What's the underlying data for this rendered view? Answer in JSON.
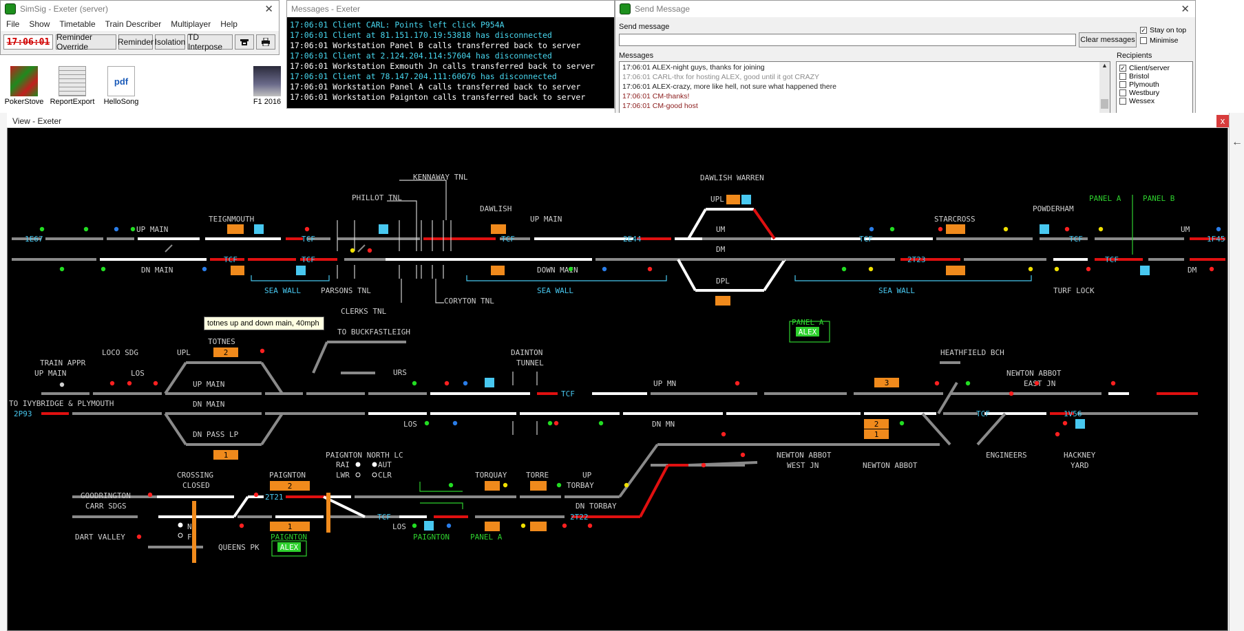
{
  "colors": {
    "track_idle": "#8a8a8a",
    "track_set": "#ffffff",
    "track_occupied": "#e01010",
    "berth": "#f08a1c",
    "label_cyan": "#48c8f0",
    "panel_green": "#2ed12e",
    "signal_red": "#ff2020",
    "signal_green": "#22dd22",
    "signal_yellow": "#f0e000"
  },
  "simsig": {
    "title": "SimSig - Exeter (server)",
    "menu": [
      "File",
      "Show",
      "Timetable",
      "Train Describer",
      "Multiplayer",
      "Help"
    ],
    "clock": "17:06:01",
    "buttons": [
      "Reminder Override",
      "Reminder",
      "Isolation",
      "TD Interpose"
    ],
    "phone_icon": "phone-icon",
    "printer_icon": "printer-icon"
  },
  "desktop": [
    {
      "label": "PokerStove",
      "icon": "pokerstove-icon"
    },
    {
      "label": "ReportExport",
      "icon": "report-icon"
    },
    {
      "label": "HelloSong",
      "icon": "pdf-icon"
    }
  ],
  "f1": {
    "label": "F1 2016"
  },
  "messages_window": {
    "title": "Messages - Exeter",
    "lines": [
      {
        "text": "17:06:01 Client CARL: Points left click P954A",
        "color": "#48d8f0"
      },
      {
        "text": "17:06:01 Client at 81.151.170.19:53818 has disconnected",
        "color": "#48d8f0"
      },
      {
        "text": "17:06:01 Workstation Panel B calls transferred back to server",
        "color": "#ffffff"
      },
      {
        "text": "17:06:01 Client at 2.124.204.114:57604 has disconnected",
        "color": "#48d8f0"
      },
      {
        "text": "17:06:01 Workstation Exmouth Jn calls transferred back to server",
        "color": "#ffffff"
      },
      {
        "text": "17:06:01 Client at 78.147.204.111:60676 has disconnected",
        "color": "#48d8f0"
      },
      {
        "text": "17:06:01 Workstation Panel A calls transferred back to server",
        "color": "#ffffff"
      },
      {
        "text": "17:06:01 Workstation Paignton calls transferred back to server",
        "color": "#ffffff"
      }
    ]
  },
  "send_message": {
    "title": "Send Message",
    "send_label": "Send message",
    "send_value": "",
    "clear_button": "Clear messages",
    "stay_on_top": "Stay on top",
    "stay_on_top_checked": true,
    "minimise": "Minimise",
    "messages_label": "Messages",
    "messages": [
      {
        "text": "17:06:01 ALEX-night guys, thanks for joining",
        "color": "#222222"
      },
      {
        "text": "17:06:01 CARL-thx for hosting ALEX, good until it got CRAZY",
        "color": "#8c8c8c"
      },
      {
        "text": "17:06:01 ALEX-crazy, more like hell, not sure what happened there",
        "color": "#222222"
      },
      {
        "text": "17:06:01 CM-thanks!",
        "color": "#8a1a1a"
      },
      {
        "text": "17:06:01 CM-good host",
        "color": "#8a1a1a"
      }
    ],
    "recipients_label": "Recipients",
    "recipients": [
      {
        "name": "Client/server",
        "checked": true
      },
      {
        "name": "Bristol",
        "checked": false
      },
      {
        "name": "Plymouth",
        "checked": false
      },
      {
        "name": "Westbury",
        "checked": false
      },
      {
        "name": "Wessex",
        "checked": false
      }
    ]
  },
  "view": {
    "title": "View - Exeter",
    "close": "x",
    "tooltip": "totnes up and down main, 40mph",
    "labels": {
      "kennaway": "KENNAWAY TNL",
      "phillot": "PHILLOT TNL",
      "dawlish_warren": "DAWLISH WARREN",
      "teignmouth": "TEIGNMOUTH",
      "dawlish": "DAWLISH",
      "up_main_1": "UP MAIN",
      "up_main_2": "UP MAIN",
      "starcross": "STARCROSS",
      "powderham": "POWDERHAM",
      "panel_a_top": "PANEL A",
      "panel_b_top": "PANEL B",
      "upl": "UPL",
      "um": "UM",
      "dm": "DM",
      "dpl": "DPL",
      "um_right": "UM",
      "dn_main_1": "DN MAIN",
      "down_main": "DOWN MAIN",
      "dm_right": "DM",
      "sea_wall_1": "SEA WALL",
      "parsons": "PARSONS TNL",
      "sea_wall_2": "SEA WALL",
      "sea_wall_3": "SEA WALL",
      "turf_lock": "TURF LOCK",
      "clerks": "CLERKS TNL",
      "coryton": "CORYTON TNL",
      "to_buckfastleigh": "TO BUCKFASTLEIGH",
      "panel_a_mid": "PANEL A",
      "alex_mid": "ALEX",
      "loco_sdg": "LOCO SDG",
      "upl_totnes": "UPL",
      "totnes": "TOTNES",
      "train_appr": "TRAIN APPR",
      "up_main_left": "UP MAIN",
      "los_1": "LOS",
      "up_main_totnes": "UP MAIN",
      "dn_main_totnes": "DN MAIN",
      "dn_pass_lp": "DN PASS LP",
      "urs": "URS",
      "dainton": "DAINTON",
      "tunnel": "TUNNEL",
      "up_mn": "UP MN",
      "dn_mn": "DN MN",
      "los_2": "LOS",
      "heathfield": "HEATHFIELD BCH",
      "newton_abbot_east": "NEWTON ABBOT",
      "east_jn": "EAST JN",
      "to_ivybridge": "TO IVYBRIDGE & PLYMOUTH",
      "newton_abbot_west": "NEWTON ABBOT",
      "west_jn": "WEST JN",
      "newton_abbot": "NEWTON ABBOT",
      "engineers": "ENGINEERS",
      "hackney": "HACKNEY",
      "yard": "YARD",
      "paignton_north": "PAIGNTON NORTH LC",
      "rai": "RAI",
      "aut": "AUT",
      "lwr": "LWR",
      "clr": "CLR",
      "crossing": "CROSSING",
      "closed": "CLOSED",
      "paignton": "PAIGNTON",
      "torquay": "TORQUAY",
      "torre": "TORRE",
      "up_torbay": "UP",
      "torbay": "TORBAY",
      "dn_torbay": "DN TORBAY",
      "goodrington": "GOODRINGTON",
      "carr_sdgs": "CARR SDGS",
      "dart_valley": "DART VALLEY",
      "queens_pk": "QUEENS PK",
      "paignton_green": "PAIGNTON",
      "alex_paignton": "ALEX",
      "los_3": "LOS",
      "paignton_panel": "PAIGNTON",
      "panel_a_bottom": "PANEL A",
      "n": "N",
      "f": "F"
    },
    "headcodes": {
      "h1": "1E67",
      "h2": "2E44",
      "h3": "2T23",
      "h4": "1F45",
      "h5": "2P93",
      "h6": "1V56",
      "h7": "2T21",
      "h8": "2T22"
    },
    "tcf": "TCF",
    "berths": {
      "totnes_up": "2",
      "totnes_dn": "1",
      "na_up": "3",
      "na_dn1": "2",
      "na_dn2": "1",
      "paig_up": "2",
      "paig_dn": "1"
    }
  }
}
